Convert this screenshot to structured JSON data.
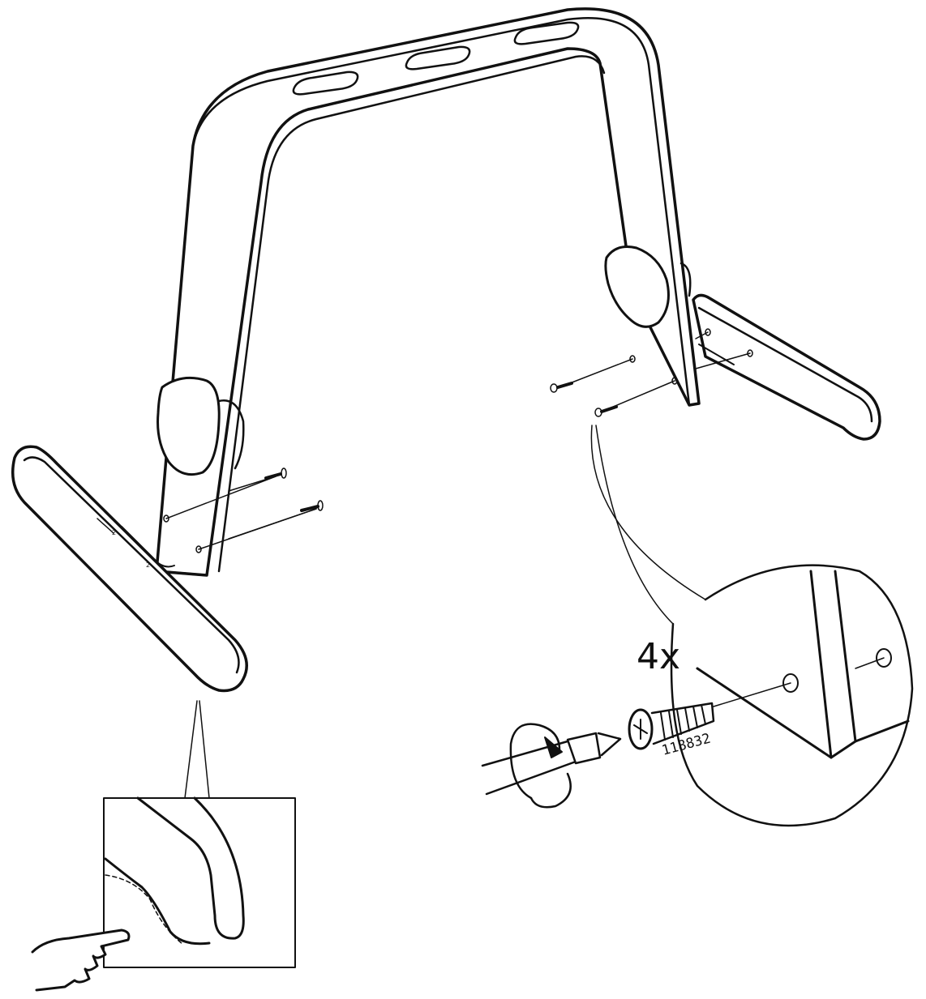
{
  "illustration": {
    "parts": [
      "u-frame",
      "left-foot",
      "right-foot",
      "screws",
      "screwdriver"
    ],
    "ink_color": "#111111",
    "background": "#ffffff"
  },
  "detail_callout": {
    "quantity": "4x",
    "part_number": "118832"
  },
  "foot_marks": [
    "2",
    "2"
  ]
}
